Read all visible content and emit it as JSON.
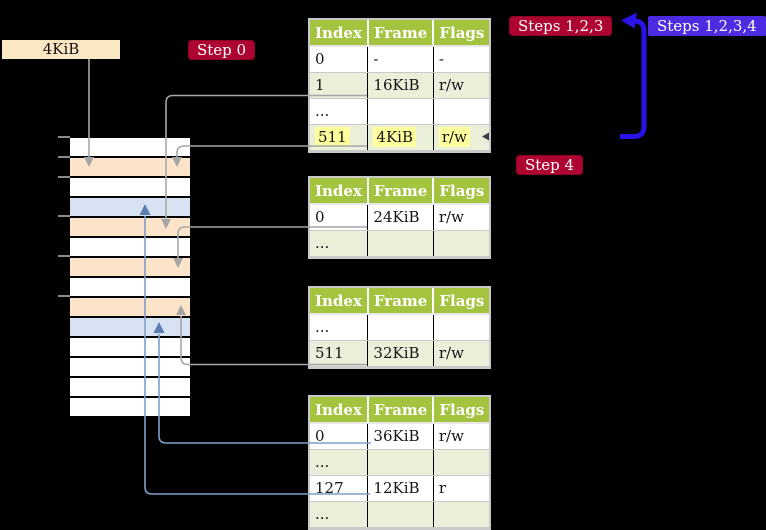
{
  "labels": {
    "cr3_value": "4KiB",
    "step0": "Step 0",
    "steps123": "Steps 1,2,3",
    "steps1234": "Steps 1,2,3,4",
    "step4": "Step 4"
  },
  "table_headers": [
    "Index",
    "Frame",
    "Flags"
  ],
  "tables": {
    "t1": {
      "rows": [
        {
          "index": "0",
          "frame": "-",
          "flags": "-"
        },
        {
          "index": "1",
          "frame": "16KiB",
          "flags": "r/w"
        },
        {
          "index": "...",
          "frame": "",
          "flags": ""
        },
        {
          "index": "511",
          "frame": "4KiB",
          "flags": "r/w",
          "highlighted": true
        }
      ]
    },
    "t2": {
      "rows": [
        {
          "index": "0",
          "frame": "24KiB",
          "flags": "r/w"
        },
        {
          "index": "...",
          "frame": "",
          "flags": ""
        }
      ]
    },
    "t3": {
      "rows": [
        {
          "index": "...",
          "frame": "",
          "flags": ""
        },
        {
          "index": "511",
          "frame": "32KiB",
          "flags": "r/w"
        }
      ]
    },
    "t4": {
      "rows": [
        {
          "index": "0",
          "frame": "36KiB",
          "flags": "r/w"
        },
        {
          "index": "...",
          "frame": "",
          "flags": ""
        },
        {
          "index": "127",
          "frame": "12KiB",
          "flags": "r"
        },
        {
          "index": "...",
          "frame": "",
          "flags": ""
        }
      ]
    }
  },
  "memory_stack": {
    "row_types": [
      "free",
      "page-table",
      "free",
      "mapped",
      "page-table",
      "free",
      "page-table",
      "free",
      "page-table",
      "mapped",
      "free",
      "free",
      "free",
      "free"
    ]
  },
  "colors": {
    "page_table_frame": "#fce4cb",
    "mapped_frame": "#d7e2f3",
    "table_header_green": "#a4c43f",
    "table_row_alt_green": "#e9efd8",
    "entry_highlight_yellow": "#ffff9e",
    "step_badge_red": "#ae0432",
    "steps_badge_blue": "#4c2be0",
    "recursive_arrow_blue": "#2a13e8",
    "connector_gray": "#a6a6a6",
    "connector_steel_blue": "#7f9fc9"
  }
}
